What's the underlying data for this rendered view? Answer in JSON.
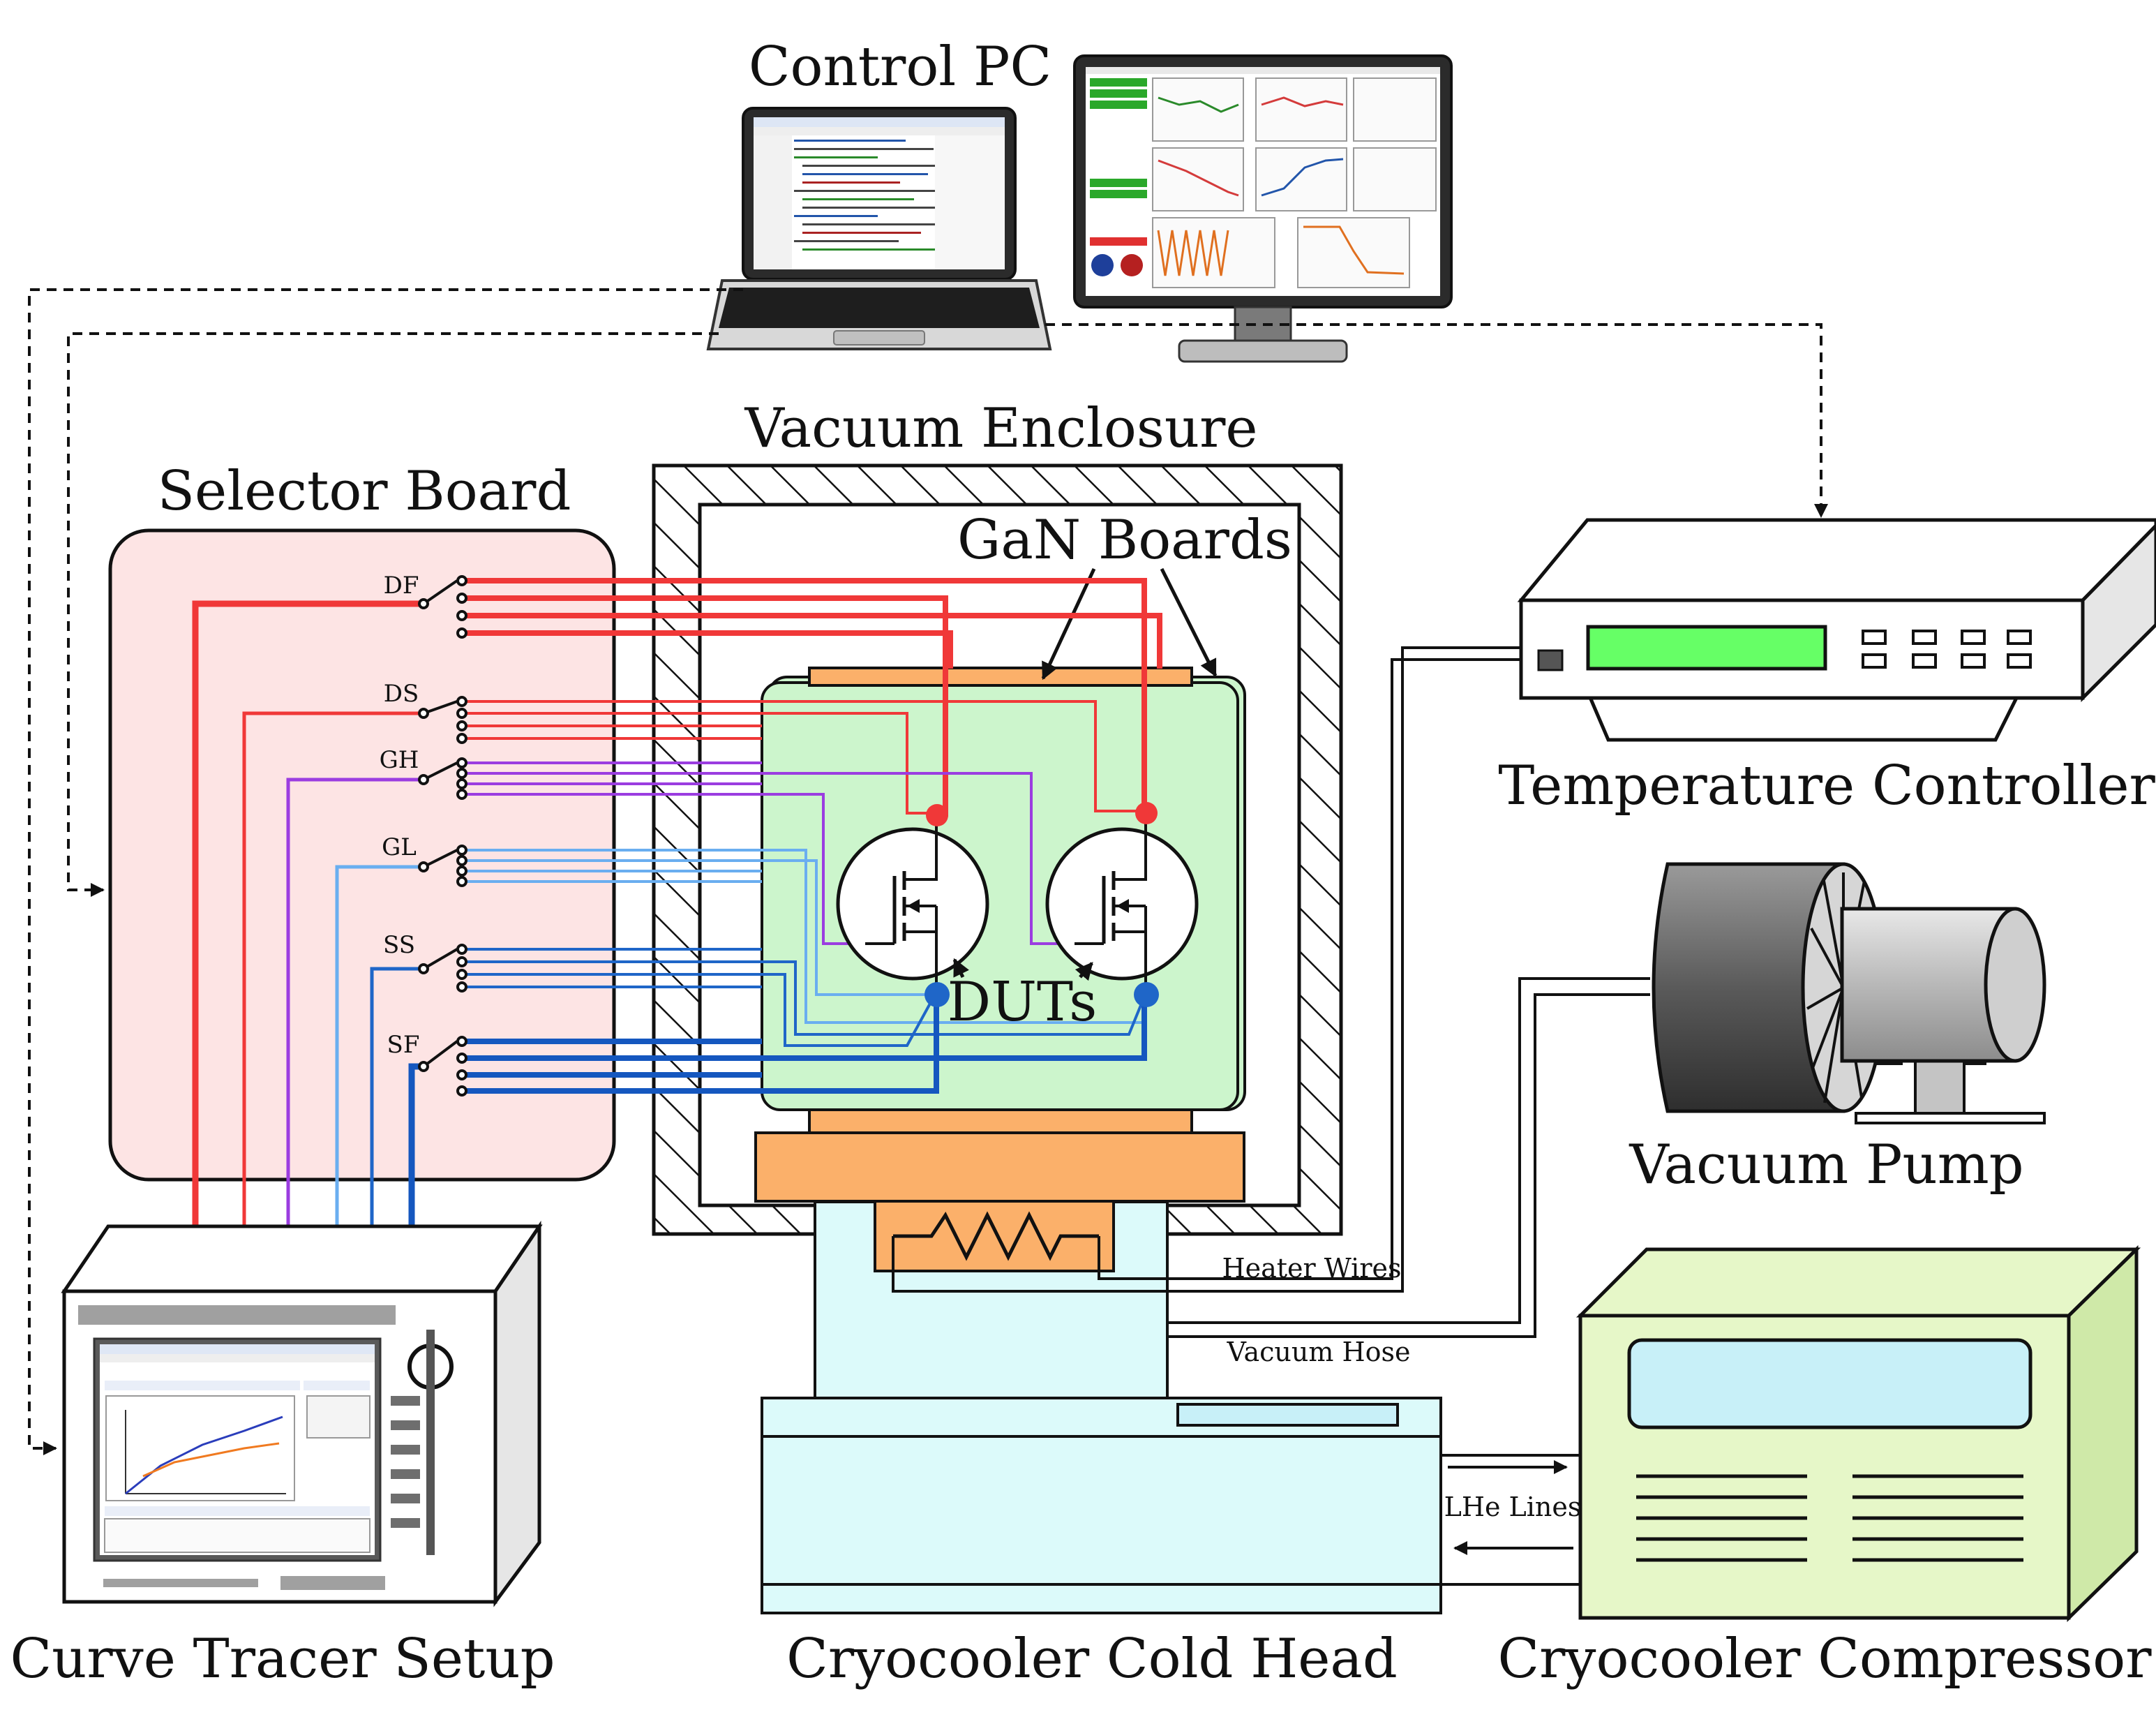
{
  "labels": {
    "control_pc": "Control PC",
    "vacuum_enclosure": "Vacuum Enclosure",
    "selector_board": "Selector Board",
    "gan_boards": "GaN Boards",
    "temperature_controller": "Temperature Controller",
    "vacuum_pump": "Vacuum Pump",
    "duts": "DUTs",
    "heater_wires": "Heater Wires",
    "vacuum_hose": "Vacuum Hose",
    "lhe_lines": "LHe Lines",
    "curve_tracer_setup": "Curve Tracer Setup",
    "cryocooler_cold_head": "Cryocooler Cold Head",
    "cryocooler_compressor": "Cryocooler Compressor"
  },
  "switches": [
    "DF",
    "DS",
    "GH",
    "GL",
    "SS",
    "SF"
  ],
  "colors": {
    "drain": "#f03838",
    "gate_high": "#9b3de0",
    "gate_low": "#6aaef0",
    "source_sense": "#1f66c8",
    "source_force": "#1557bf",
    "selector_fill": "#fde4e4",
    "gan_board": "#ccf5cc",
    "copper": "#fbb06a",
    "cold_head": "#dcfafa",
    "compressor": "#e6f7c8",
    "display_green": "#66ff66",
    "display_cyan": "#c8f0f8"
  }
}
